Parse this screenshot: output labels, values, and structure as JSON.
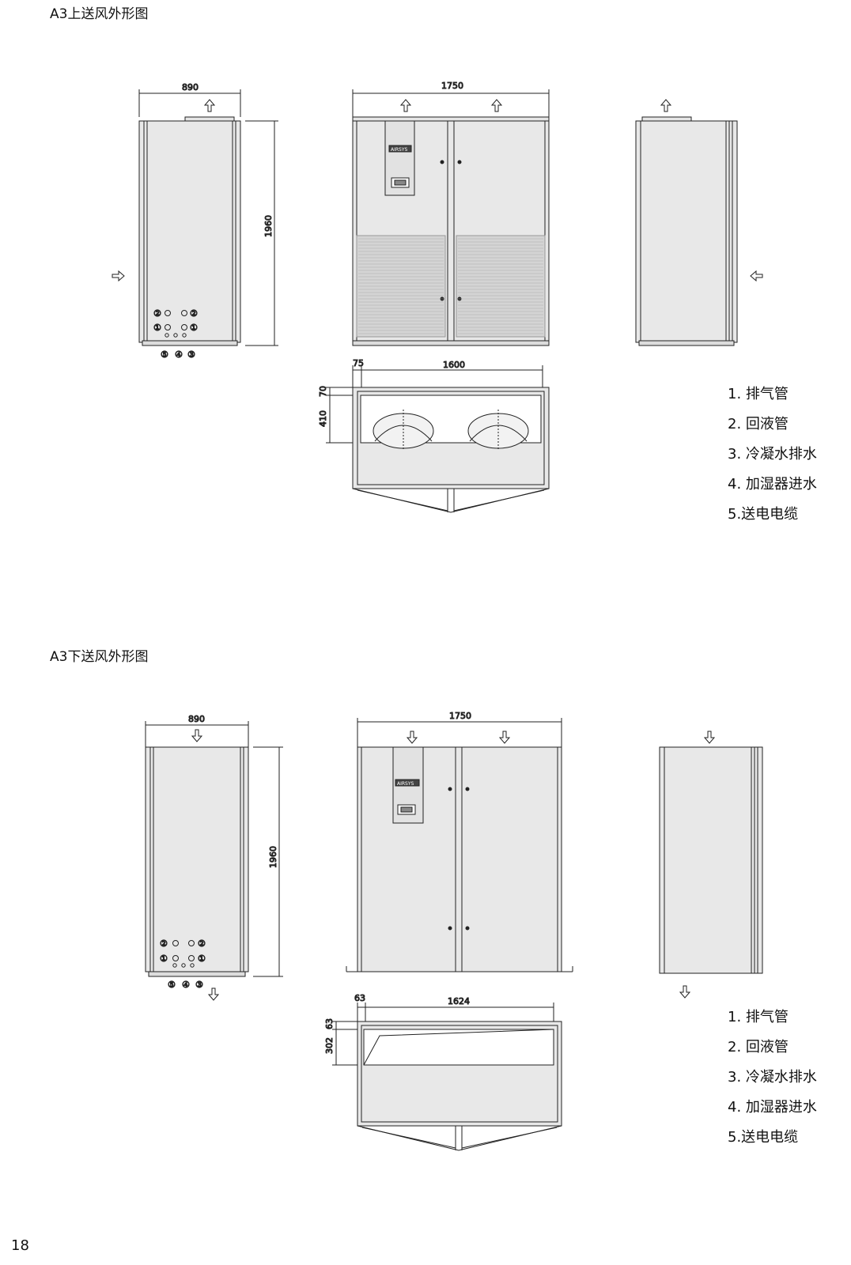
{
  "sections": [
    {
      "title": "A3上送风外形图",
      "dims": {
        "width_side": "890",
        "width_front": "1750",
        "height": "1960",
        "plan_offset": "75",
        "plan_width": "1600",
        "plan_depth_a": "70",
        "plan_depth_b": "410"
      },
      "legend": [
        "1. 排气管",
        "2. 回液管",
        "3. 冷凝水排水",
        "4. 加湿器进水",
        "5.送电电缆"
      ]
    },
    {
      "title": "A3下送风外形图",
      "dims": {
        "width_side": "890",
        "width_front": "1750",
        "height": "1960",
        "plan_offset": "63",
        "plan_width": "1624",
        "plan_depth_a": "63",
        "plan_depth_b": "302"
      },
      "legend": [
        "1. 排气管",
        "2. 回液管",
        "3. 冷凝水排水",
        "4. 加湿器进水",
        "5.送电电缆"
      ]
    }
  ],
  "circle_labels": {
    "c1": "①",
    "c2": "②",
    "c3": "③",
    "c4": "④",
    "c5": "⑤"
  },
  "brand": "AIRSYS",
  "page_number": "18",
  "icons": [
    "arrow-up-icon",
    "arrow-down-icon",
    "arrow-right-icon",
    "arrow-left-icon"
  ]
}
